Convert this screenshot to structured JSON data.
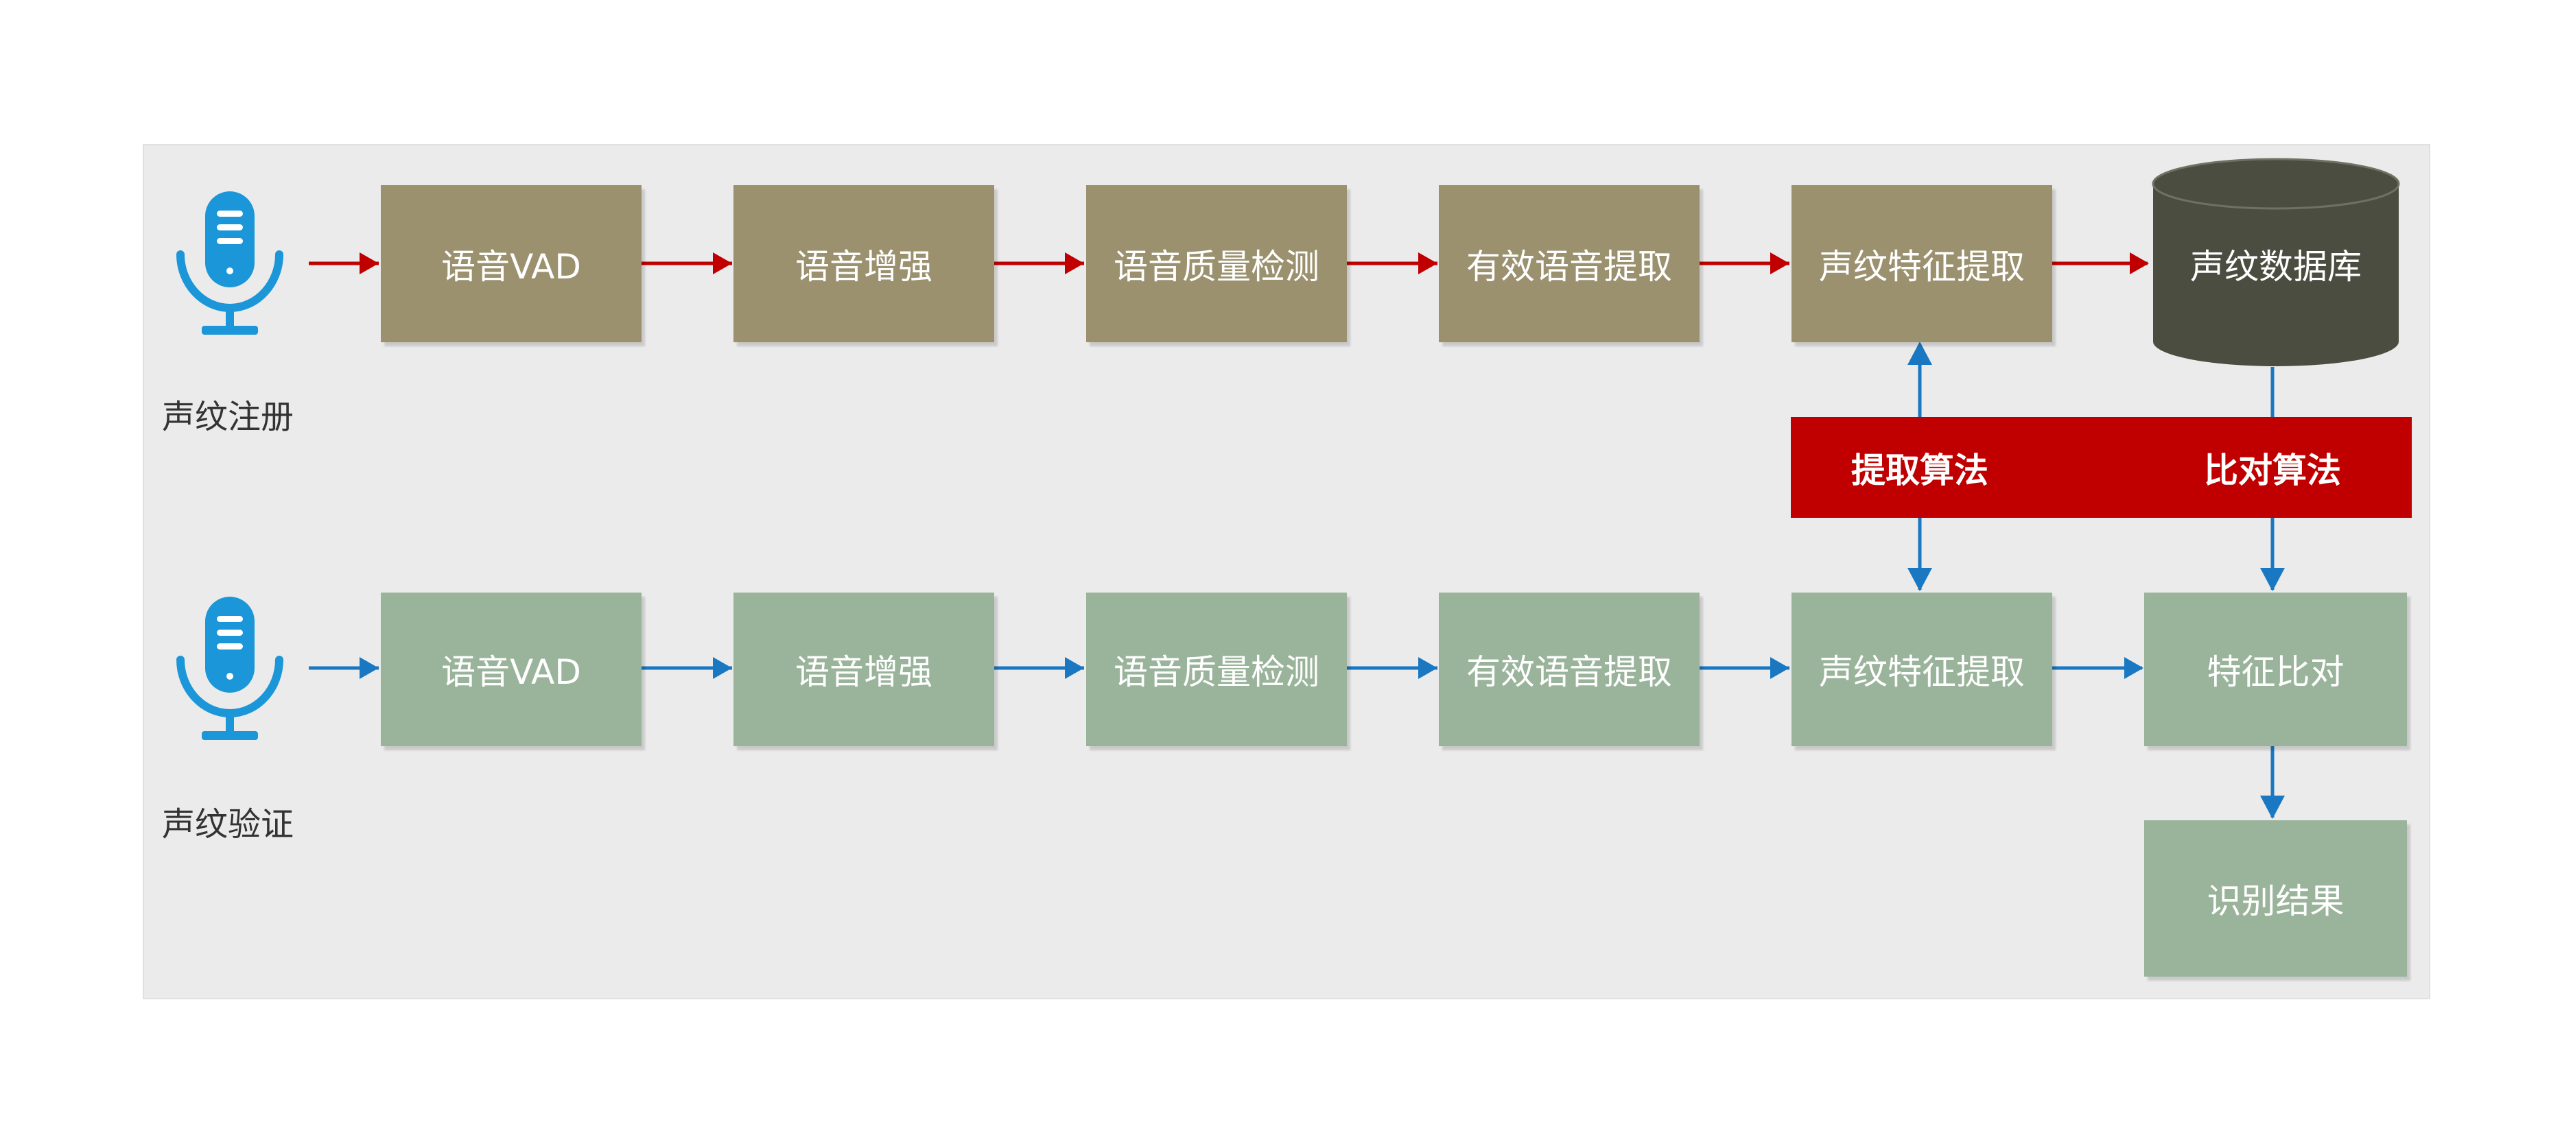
{
  "colors": {
    "panel_bg": "#ebebeb",
    "registration_box": "#9b916f",
    "verification_box": "#9ab39b",
    "database": "#4b4d40",
    "algorithm_bar": "#c00000",
    "registration_arrow": "#c00000",
    "verification_arrow": "#1a78c2",
    "mic_icon": "#1b96d8"
  },
  "icons": {
    "microphone": "microphone-icon",
    "database": "database-cylinder-icon"
  },
  "registration": {
    "label": "声纹注册",
    "steps": [
      "语音VAD",
      "语音增强",
      "语音质量检测",
      "有效语音提取",
      "声纹特征提取"
    ],
    "database": "声纹数据库"
  },
  "algorithms": {
    "extract": "提取算法",
    "compare": "比对算法"
  },
  "verification": {
    "label": "声纹验证",
    "steps": [
      "语音VAD",
      "语音增强",
      "语音质量检测",
      "有效语音提取",
      "声纹特征提取"
    ],
    "compare": "特征比对",
    "result": "识别结果"
  }
}
